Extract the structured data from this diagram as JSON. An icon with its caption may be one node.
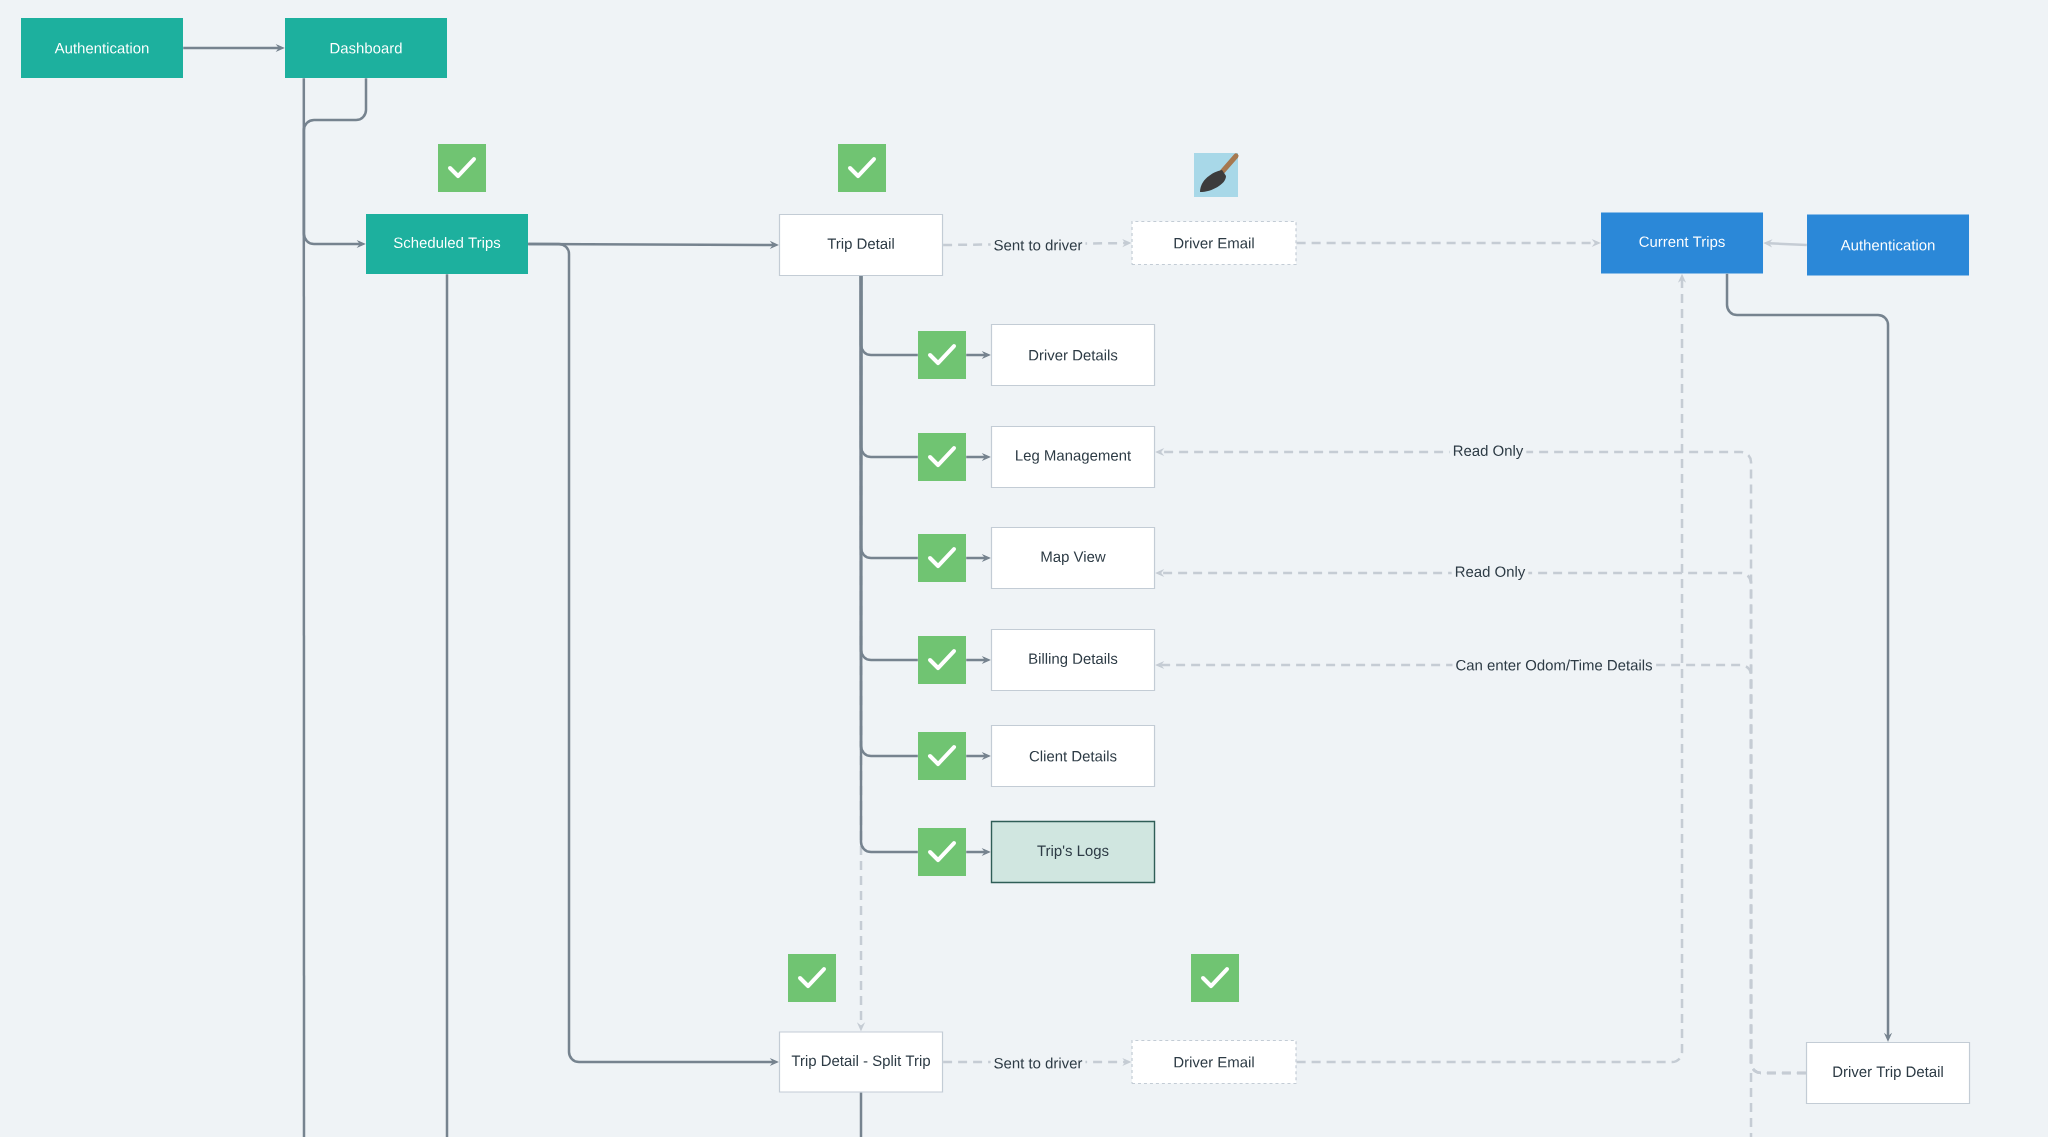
{
  "diagram": {
    "nodes": [
      {
        "text": [
          "Authentication"
        ]
      },
      {
        "text": [
          "Dashboard"
        ]
      },
      {
        "text": [
          "Scheduled Trips"
        ]
      },
      {
        "text": [
          "Trip Detail"
        ]
      },
      {
        "text": [
          "Driver Email"
        ]
      },
      {
        "text": [
          "Current Trips"
        ]
      },
      {
        "text": [
          "Authentication"
        ]
      },
      {
        "text": [],
        "shape": "box"
      },
      {
        "text": [
          "Driver Details"
        ]
      },
      {
        "text": [],
        "shape": "box"
      },
      {
        "text": [
          "Leg Management"
        ]
      },
      {
        "text": [],
        "shape": "box"
      },
      {
        "text": [
          "Map View"
        ]
      },
      {
        "text": [],
        "shape": "box"
      },
      {
        "text": [
          "Billing Details"
        ]
      },
      {
        "text": [],
        "shape": "box"
      },
      {
        "text": [
          "Client Details"
        ]
      },
      {
        "text": [],
        "shape": "box"
      },
      {
        "text": [
          "Trip's Logs"
        ]
      },
      {
        "text": [
          "Trip Detail - Split Trip"
        ]
      },
      {
        "text": [
          "Driver Email"
        ]
      },
      {
        "text": [
          "Driver Trip Detail"
        ]
      }
    ],
    "edges": [
      {
        "from": 0,
        "to": 1,
        "arrow": "to"
      },
      {
        "from": 1,
        "to": 2,
        "arrow": "to"
      },
      {
        "from": 1,
        "to": null,
        "arrow": "none"
      },
      {
        "from": 2,
        "to": 3,
        "arrow": "to"
      },
      {
        "from": 2,
        "to": 19,
        "arrow": "to"
      },
      {
        "from": 2,
        "to": null,
        "arrow": "none"
      },
      {
        "from": 3,
        "to": 4,
        "arrow": "to",
        "label": "Sent to driver",
        "style": "dashed",
        "color": "#c5ccd4"
      },
      {
        "from": 4,
        "to": 5,
        "arrow": "to",
        "style": "dashed",
        "color": "#c5ccd4"
      },
      {
        "from": 6,
        "to": 5,
        "arrow": "to",
        "color": "#c5ccd4"
      },
      {
        "from": 5,
        "to": 21,
        "arrow": "to"
      },
      {
        "from": 3,
        "to": 19,
        "arrow": "to",
        "style": "dashed",
        "color": "#c5ccd4"
      },
      {
        "from": 3,
        "to": 7,
        "arrow": "none"
      },
      {
        "from": 7,
        "to": 8,
        "arrow": "to"
      },
      {
        "from": 3,
        "to": 9,
        "arrow": "none"
      },
      {
        "from": 9,
        "to": 10,
        "arrow": "to"
      },
      {
        "from": 3,
        "to": 11,
        "arrow": "none"
      },
      {
        "from": 11,
        "to": 12,
        "arrow": "to"
      },
      {
        "from": 3,
        "to": 13,
        "arrow": "none"
      },
      {
        "from": 13,
        "to": 14,
        "arrow": "to"
      },
      {
        "from": 3,
        "to": 15,
        "arrow": "none"
      },
      {
        "from": 15,
        "to": 16,
        "arrow": "to"
      },
      {
        "from": 3,
        "to": 17,
        "arrow": "none"
      },
      {
        "from": 17,
        "to": 18,
        "arrow": "to"
      },
      {
        "from": 21,
        "to": 10,
        "arrow": "to",
        "label": "Read Only",
        "style": "dashed",
        "color": "#c5ccd4"
      },
      {
        "from": 21,
        "to": 12,
        "arrow": "to",
        "label": "Read Only",
        "style": "dashed",
        "color": "#c5ccd4"
      },
      {
        "from": 21,
        "to": 14,
        "arrow": "to",
        "label": "Can enter Odom/Time Details",
        "style": "dashed",
        "color": "#c5ccd4"
      },
      {
        "from": 19,
        "to": 20,
        "arrow": "to",
        "label": "Sent to driver",
        "style": "dashed",
        "color": "#c5ccd4"
      },
      {
        "from": 20,
        "to": 5,
        "arrow": "to",
        "style": "dashed",
        "color": "#c5ccd4"
      },
      {
        "from": 19,
        "to": null,
        "arrow": "none"
      }
    ]
  }
}
